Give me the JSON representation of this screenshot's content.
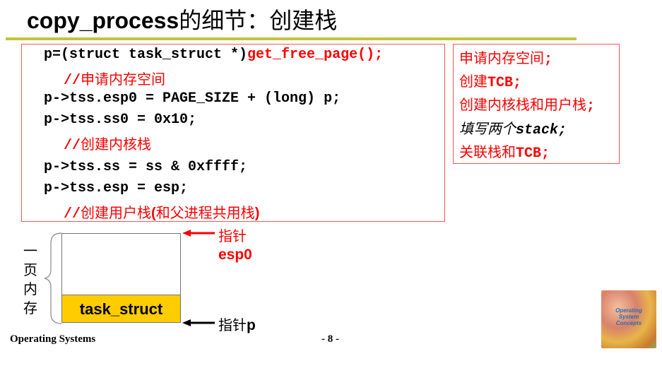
{
  "slide": {
    "title_code": "copy_process",
    "title_cn": "的细节：创建栈",
    "accent_rule_color": "#c3c33d",
    "box_border_color": "#ff5555"
  },
  "code": {
    "lines": [
      {
        "text": "p=(struct task_struct *)",
        "highlight": "get_free_page();"
      },
      {
        "comment_prefix": "//",
        "comment": "申请内存空间"
      },
      {
        "text": "p->tss.esp0 = PAGE_SIZE + (long) p;"
      },
      {
        "text": "p->tss.ss0 = 0x10;"
      },
      {
        "comment_prefix": "//",
        "comment": "创建内核栈"
      },
      {
        "text": "p->tss.ss = ss & 0xffff;"
      },
      {
        "text": "p->tss.esp = esp;"
      },
      {
        "comment_prefix": "//",
        "comment": "创建用户栈",
        "comment_paren_open": "(",
        "comment_paren_body": "和父进程共用栈",
        "comment_paren_close": ")"
      }
    ]
  },
  "summary": {
    "items": [
      {
        "cn": "申请内存空间",
        "mono": "",
        "tail": ";",
        "color": "red"
      },
      {
        "cn": "创建",
        "mono": "TCB",
        "tail": ";",
        "color": "red"
      },
      {
        "cn": "创建内核栈和用户栈",
        "mono": "",
        "tail": ";",
        "color": "red"
      },
      {
        "cn": "填写两个",
        "mono": "stack",
        "tail": ";",
        "color": "black"
      },
      {
        "cn": "关联栈和",
        "mono": "TCB",
        "tail": ";",
        "color": "red"
      }
    ]
  },
  "diagram": {
    "side_label": [
      "一",
      "页",
      "内",
      "存"
    ],
    "block_label": "task_struct",
    "block_color": "#ffcc00",
    "pointer_top": {
      "line1": "指针",
      "line2": "esp0",
      "color": "#ff0000"
    },
    "pointer_bottom": {
      "label_cn": "指针",
      "label_var": "p",
      "color": "#000000"
    }
  },
  "footer": {
    "course": "Operating Systems",
    "page": "- 8 -",
    "book_cover_title": "Operating System Concepts"
  }
}
